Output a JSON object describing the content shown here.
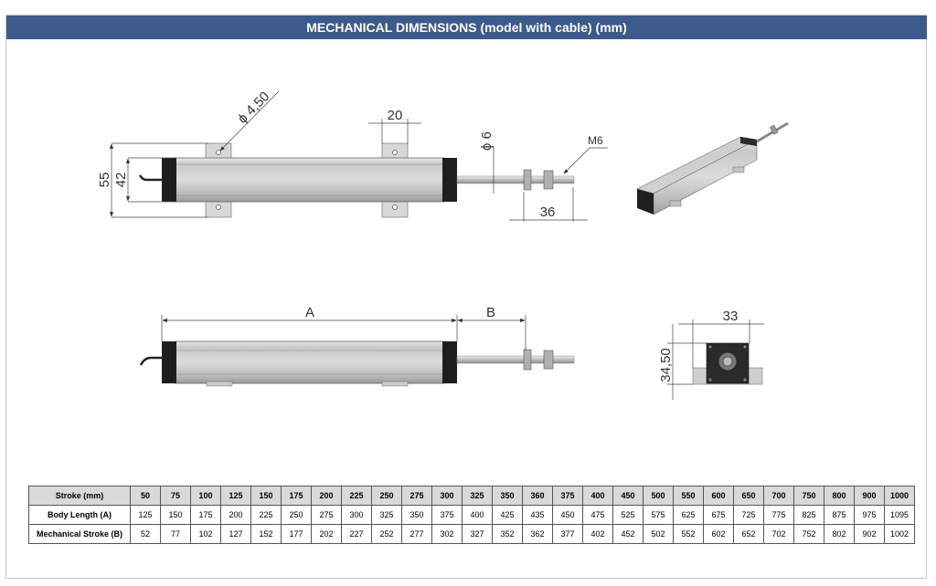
{
  "title": "MECHANICAL DIMENSIONS (model with cable) (mm)",
  "dimensions": {
    "hole_diameter": "ϕ 4,50",
    "foot_width": "20",
    "rod_diameter": "ϕ 6",
    "thread": "M6",
    "rod_end_length": "36",
    "height_outer": "55",
    "height_inner": "42",
    "body_length_label": "A",
    "stroke_label": "B",
    "end_width": "33",
    "end_height": "34,50"
  },
  "table": {
    "headers": [
      "Stroke (mm)",
      "Body Length (A)",
      "Mechanical Stroke (B)"
    ],
    "stroke": [
      "50",
      "75",
      "100",
      "125",
      "150",
      "175",
      "200",
      "225",
      "250",
      "275",
      "300",
      "325",
      "350",
      "360",
      "375",
      "400",
      "450",
      "500",
      "550",
      "600",
      "650",
      "700",
      "750",
      "800",
      "900",
      "1000"
    ],
    "body_length": [
      "125",
      "150",
      "175",
      "200",
      "225",
      "250",
      "275",
      "300",
      "325",
      "350",
      "375",
      "400",
      "425",
      "435",
      "450",
      "475",
      "525",
      "575",
      "625",
      "675",
      "725",
      "775",
      "825",
      "875",
      "975",
      "1095"
    ],
    "mechanical_stroke": [
      "52",
      "77",
      "102",
      "127",
      "152",
      "177",
      "202",
      "227",
      "252",
      "277",
      "302",
      "327",
      "352",
      "362",
      "377",
      "402",
      "452",
      "502",
      "552",
      "602",
      "652",
      "702",
      "752",
      "802",
      "902",
      "1002"
    ]
  }
}
